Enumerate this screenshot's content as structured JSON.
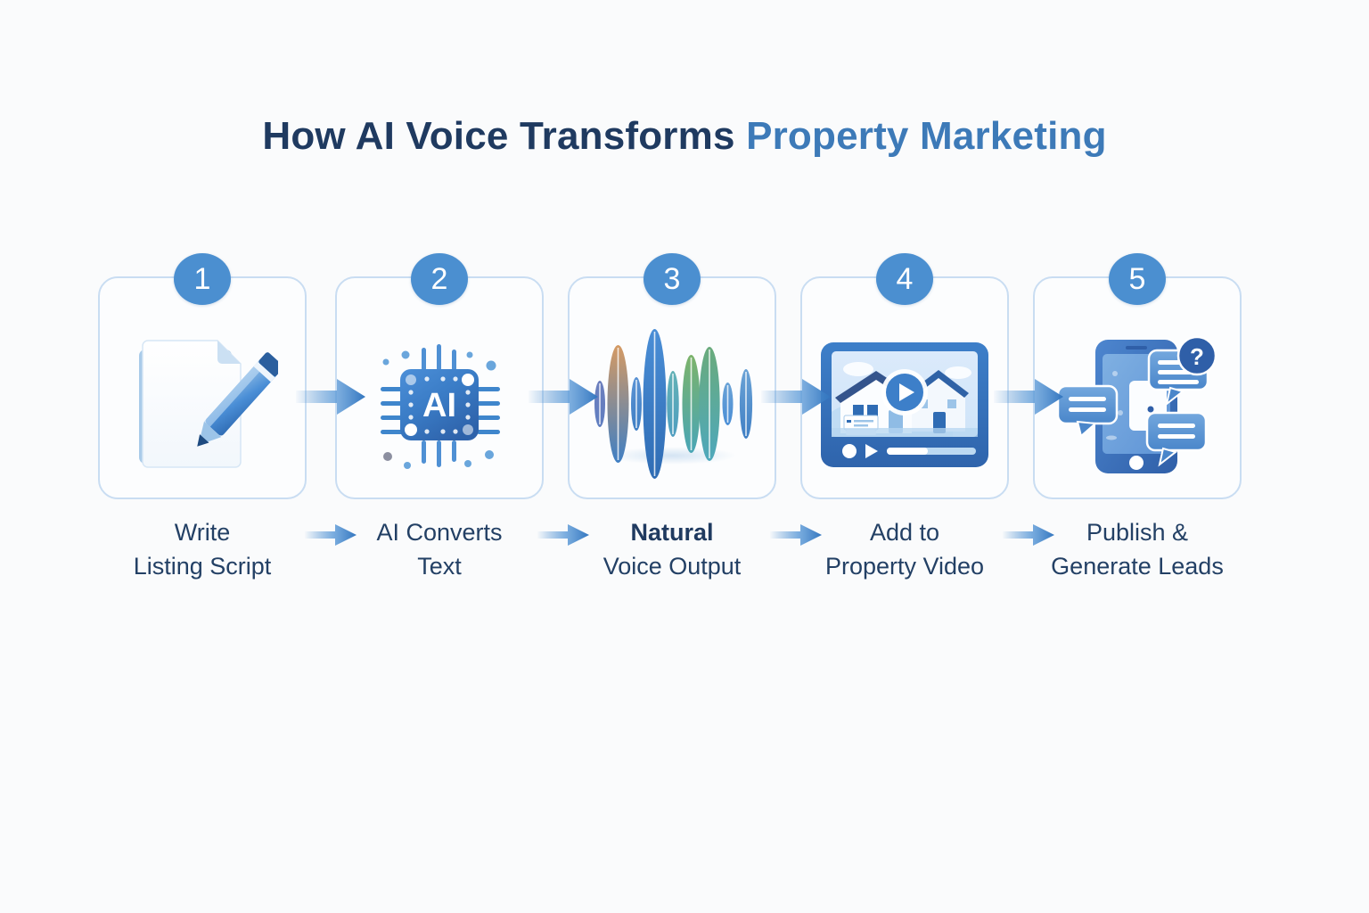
{
  "page": {
    "background_color": "#fafbfc",
    "title_part1": "How AI Voice Transforms",
    "title_part2": "Property Marketing",
    "title_color_dark": "#1f3a60",
    "title_color_blue": "#3d7ab8"
  },
  "theme": {
    "badge_color": "#4b8fd0",
    "card_border_color": "#c9ddf2",
    "arrow_color": "#3f86cc",
    "caption_color": "#234065"
  },
  "steps": [
    {
      "number": "1",
      "icon": "document-pencil-icon",
      "caption_line1": "Write",
      "caption_line2": "Listing Script",
      "emphasis": false
    },
    {
      "number": "2",
      "icon": "ai-chip-icon",
      "chip_label": "AI",
      "caption_line1": "AI Converts",
      "caption_line2": "Text",
      "emphasis": false
    },
    {
      "number": "3",
      "icon": "voice-waveform-icon",
      "caption_line1": "Natural",
      "caption_line2": "Voice Output",
      "emphasis": true
    },
    {
      "number": "4",
      "icon": "property-video-player-icon",
      "caption_line1": "Add to",
      "caption_line2": "Property Video",
      "emphasis": false
    },
    {
      "number": "5",
      "icon": "phone-chat-bubbles-icon",
      "caption_line1": "Publish &",
      "caption_line2": "Generate Leads",
      "emphasis": false
    }
  ],
  "connectors": [
    {
      "name": "arrow-step1-to-step2"
    },
    {
      "name": "arrow-step2-to-step3"
    },
    {
      "name": "arrow-step3-to-step4"
    },
    {
      "name": "arrow-step4-to-step5"
    }
  ],
  "waveform": {
    "bars": [
      {
        "height": 52,
        "top": "#6d7fbe",
        "bottom": "#5f7ec0"
      },
      {
        "height": 132,
        "top": "#d59a63",
        "bottom": "#3f7fc4"
      },
      {
        "height": 60,
        "top": "#5b93d4",
        "bottom": "#3f7fc4"
      },
      {
        "height": 168,
        "top": "#4a8ed6",
        "bottom": "#2f6cb4"
      },
      {
        "height": 74,
        "top": "#63b2b6",
        "bottom": "#4f9ec0"
      },
      {
        "height": 110,
        "top": "#7cb36a",
        "bottom": "#49a6b6"
      },
      {
        "height": 128,
        "top": "#6aab7c",
        "bottom": "#4ea8bc"
      },
      {
        "height": 48,
        "top": "#6ba3d6",
        "bottom": "#4a8ed6"
      },
      {
        "height": 78,
        "top": "#6ba3d6",
        "bottom": "#3f7fc4"
      }
    ]
  }
}
